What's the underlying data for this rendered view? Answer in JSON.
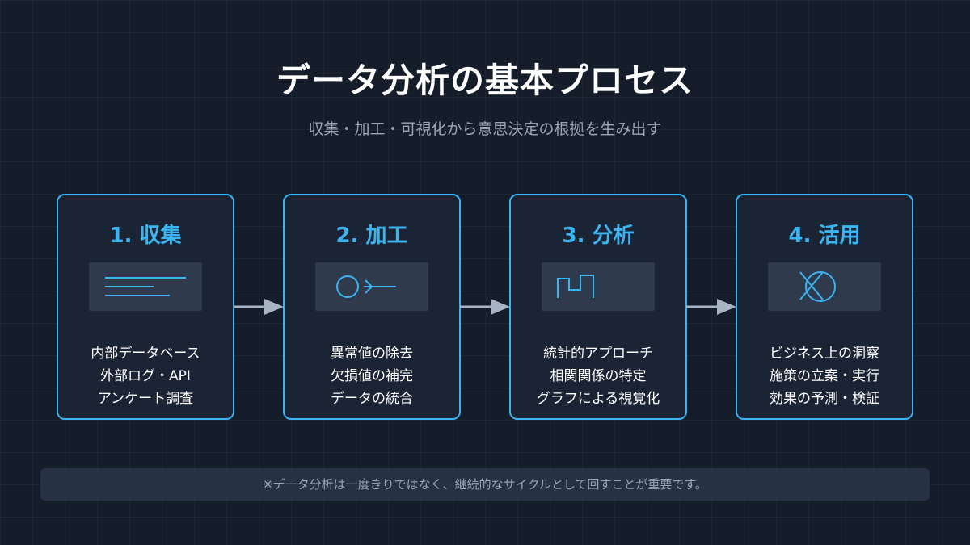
{
  "title": "データ分析の基本プロセス",
  "subtitle": "収集・加工・可視化から意思決定の根拠を生み出す",
  "colors": {
    "accent": "#3bb4f2",
    "background": "#151d2b",
    "card_background": "#1b2434",
    "icon_box": "#2f3a4c",
    "arrow": "#a9b4c4",
    "note_background": "#263143"
  },
  "steps": [
    {
      "title": "1. 収集",
      "icon": "document-lines-icon",
      "lines": [
        "内部データベース",
        "外部ログ・API",
        "アンケート調査"
      ]
    },
    {
      "title": "2. 加工",
      "icon": "circle-arrow-icon",
      "lines": [
        "異常値の除去",
        "欠損値の補完",
        "データの統合"
      ]
    },
    {
      "title": "3. 分析",
      "icon": "step-wave-icon",
      "lines": [
        "統計的アプローチ",
        "相関関係の特定",
        "グラフによる視覚化"
      ]
    },
    {
      "title": "4. 活用",
      "icon": "crossed-circle-icon",
      "lines": [
        "ビジネス上の洞察",
        "施策の立案・実行",
        "効果の予測・検証"
      ]
    }
  ],
  "note": "※データ分析は一度きりではなく、継続的なサイクルとして回すことが重要です。"
}
